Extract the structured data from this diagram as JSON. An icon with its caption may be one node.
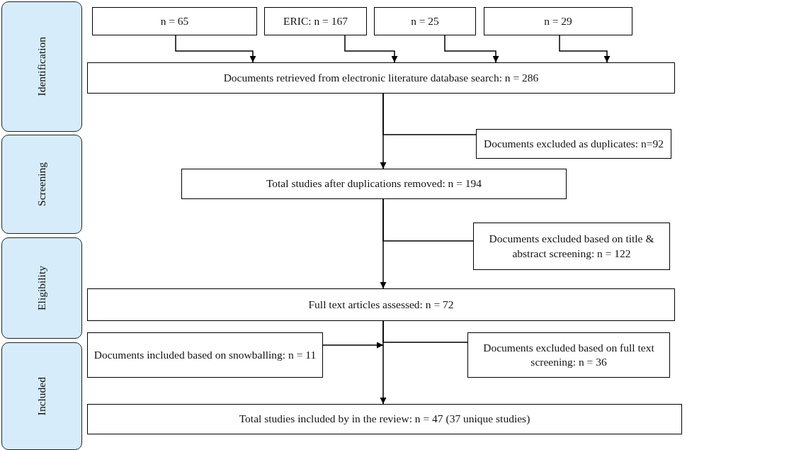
{
  "diagram": {
    "nodes": [
      {
        "text": [
          "Identification"
        ]
      },
      {
        "text": [
          "Screening"
        ]
      },
      {
        "text": [
          "Eligibility"
        ]
      },
      {
        "text": [
          "Included"
        ]
      },
      {
        "text": [
          "n = 65"
        ]
      },
      {
        "text": [
          "ERIC: n = 167"
        ]
      },
      {
        "text": [
          "n = 25"
        ]
      },
      {
        "text": [
          "n = 29"
        ]
      },
      {
        "text": [
          "Documents retrieved from electronic literature database search: n = 286"
        ]
      },
      {
        "text": [
          "Documents excluded as duplicates: n=92"
        ]
      },
      {
        "text": [
          "Total studies after duplications removed: n = 194"
        ]
      },
      {
        "text": [
          "Documents excluded based on title & abstract screening: n = 122"
        ]
      },
      {
        "text": [
          "Full text articles assessed: n = 72"
        ]
      },
      {
        "text": [
          "Documents included based on snowballing: n = 11"
        ]
      },
      {
        "text": [
          "Documents excluded based on full text screening: n = 36"
        ]
      },
      {
        "text": [
          "Total studies included by in the review: n = 47 (37 unique studies)"
        ]
      }
    ],
    "edges": [
      {
        "from": 4,
        "to": 8,
        "arrow": "to"
      },
      {
        "from": 5,
        "to": 8,
        "arrow": "to"
      },
      {
        "from": 6,
        "to": 8,
        "arrow": "to"
      },
      {
        "from": 7,
        "to": 8,
        "arrow": "to"
      },
      {
        "from": 8,
        "to": 10,
        "arrow": "to"
      },
      {
        "from": 8,
        "to": 9,
        "arrow": "none"
      },
      {
        "from": 10,
        "to": 12,
        "arrow": "to"
      },
      {
        "from": 10,
        "to": 11,
        "arrow": "none"
      },
      {
        "from": 12,
        "to": 15,
        "arrow": "to"
      },
      {
        "from": 12,
        "to": 14,
        "arrow": "none"
      },
      {
        "from": 13,
        "to": null,
        "arrow": "to"
      }
    ]
  }
}
